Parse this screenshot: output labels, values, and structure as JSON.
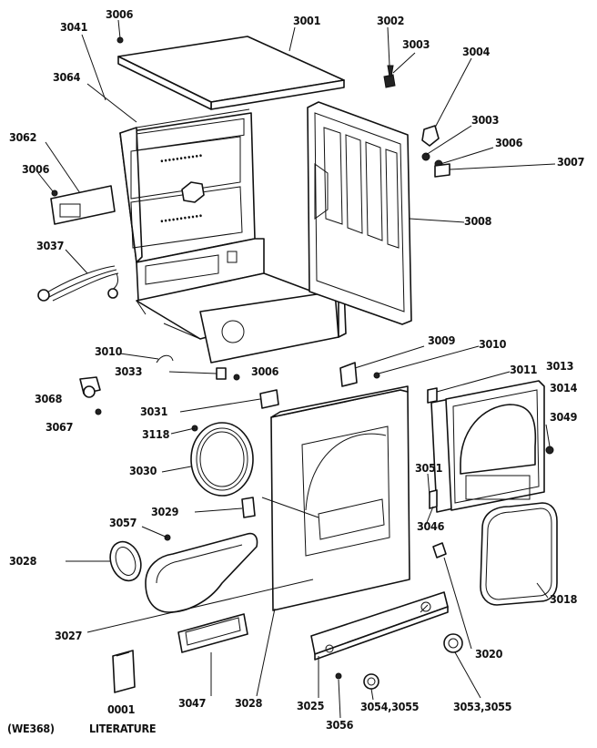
{
  "labels": {
    "p3001": "3001",
    "p3002": "3002",
    "p3003a": "3003",
    "p3003b": "3003",
    "p3004": "3004",
    "p3006a": "3006",
    "p3006b": "3006",
    "p3006c": "3006",
    "p3006d": "3006",
    "p3007": "3007",
    "p3008": "3008",
    "p3009": "3009",
    "p3010a": "3010",
    "p3010b": "3010",
    "p3011": "3011",
    "p3013": "3013",
    "p3014": "3014",
    "p3018": "3018",
    "p3020": "3020",
    "p3025": "3025",
    "p3027": "3027",
    "p3028a": "3028",
    "p3028b": "3028",
    "p3029": "3029",
    "p3030": "3030",
    "p3031": "3031",
    "p3033": "3033",
    "p3037": "3037",
    "p3041": "3041",
    "p3046": "3046",
    "p3047": "3047",
    "p3049": "3049",
    "p3051": "3051",
    "p3053": "3053,3055",
    "p3054": "3054,3055",
    "p3056": "3056",
    "p3057": "3057",
    "p3062": "3062",
    "p3064": "3064",
    "p3067": "3067",
    "p3068": "3068",
    "p3118": "3118",
    "p0001": "0001",
    "literature": "LITERATURE",
    "model": "(WE368)"
  }
}
